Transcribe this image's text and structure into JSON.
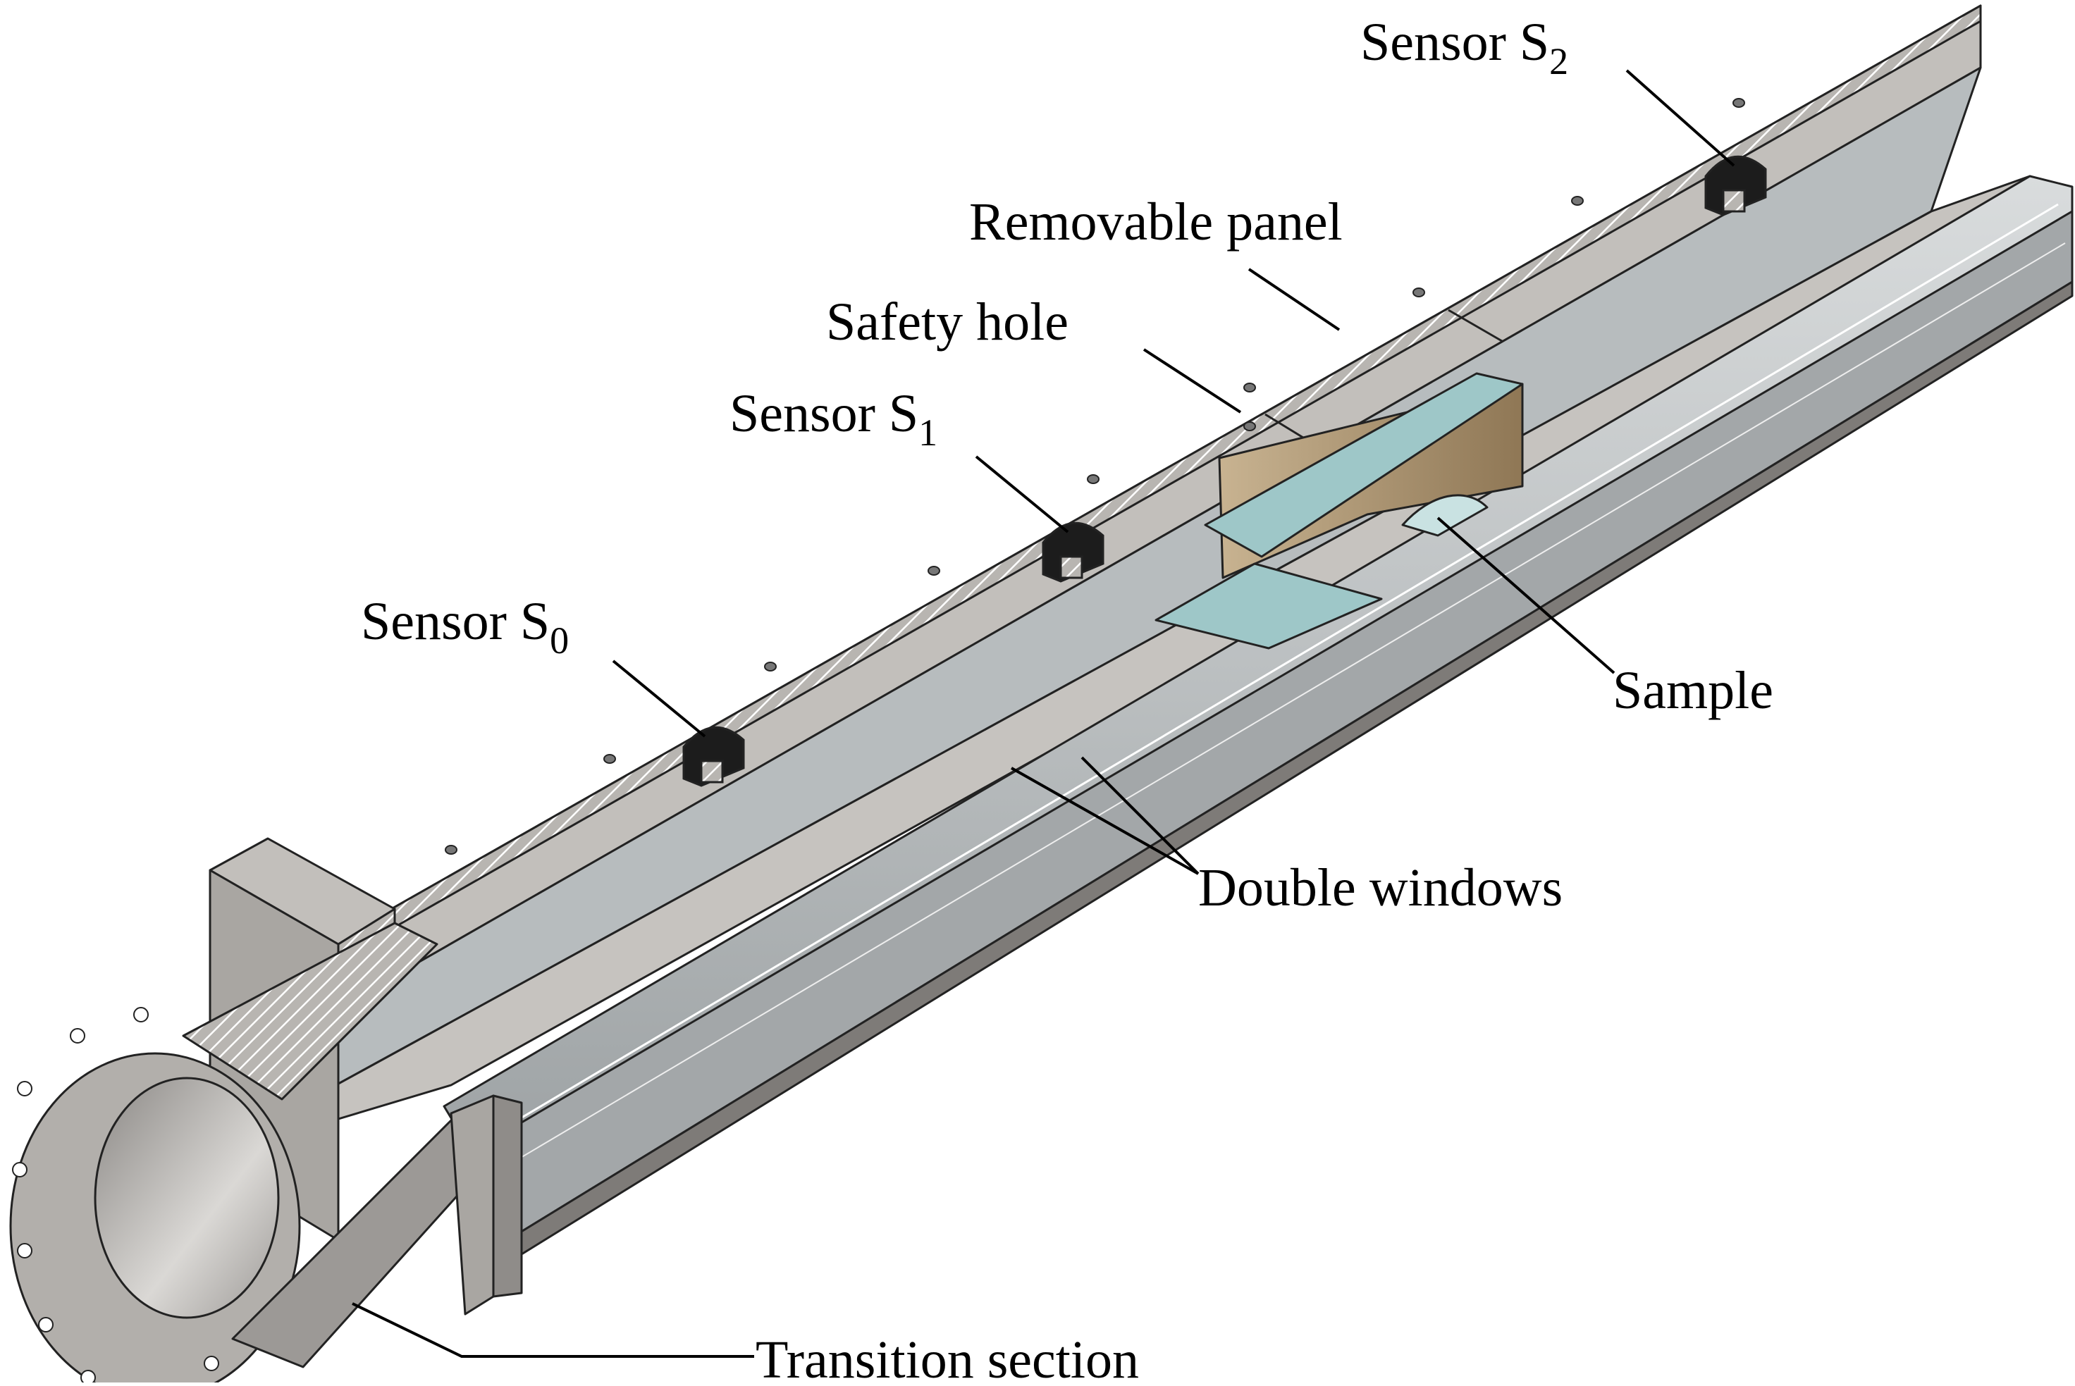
{
  "diagram": {
    "labels": {
      "sensor_s2": {
        "text": "Sensor S",
        "subscript": "2"
      },
      "removable_panel": "Removable panel",
      "safety_hole": "Safety hole",
      "sensor_s1": {
        "text": "Sensor S",
        "subscript": "1"
      },
      "sensor_s0": {
        "text": "Sensor S",
        "subscript": "0"
      },
      "sample": "Sample",
      "double_windows": "Double windows",
      "transition_section": "Transition section"
    },
    "colors": {
      "steel_top": "#c2bfbb",
      "steel_face": "#a9a6a2",
      "steel_dark": "#7e7b78",
      "channel": "#b7bcbe",
      "glass": "#c9cdcf",
      "sample_panel": "#9ec7c8",
      "sample_core": "#b49c7a",
      "sensor": "#1c1c1c",
      "outline": "#222222"
    }
  }
}
